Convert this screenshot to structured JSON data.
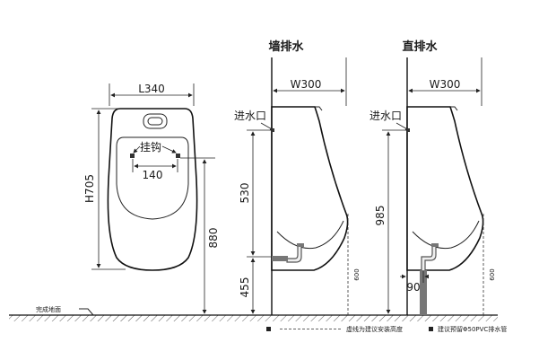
{
  "front": {
    "width_label": "L340",
    "height_label": "H705",
    "hook_label": "挂钩",
    "hook_span_label": "140",
    "mount_height_label": "880"
  },
  "wall_drain": {
    "title": "墙排水",
    "width_label": "W300",
    "inlet_label": "进水口",
    "upper_label": "530",
    "lower_label": "455",
    "side_label": "600"
  },
  "floor_drain": {
    "title": "直排水",
    "width_label": "W300",
    "inlet_label": "进水口",
    "height_label": "985",
    "offset_label": "90",
    "side_label": "600"
  },
  "ground_label": "完成地面",
  "legend": {
    "dashed_note": "虚线为建议安装高度",
    "square_note": "建议预留Φ50PVC排水管"
  }
}
